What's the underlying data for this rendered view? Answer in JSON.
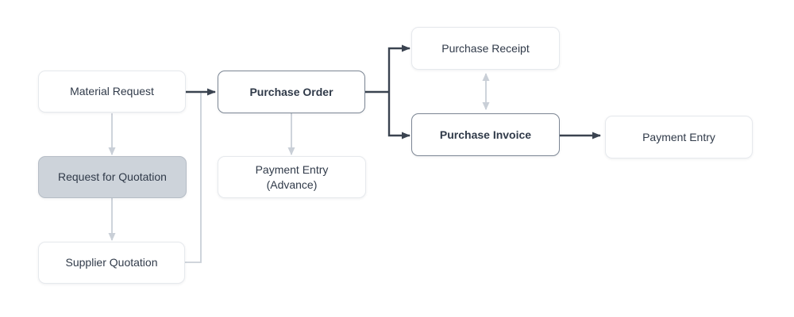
{
  "diagram": {
    "type": "flowchart",
    "subject": "purchase-cycle",
    "nodes": {
      "material_request": {
        "label": "Material Request",
        "emphasis": "normal",
        "state": "default"
      },
      "request_for_quotation": {
        "label": "Request for Quotation",
        "emphasis": "normal",
        "state": "highlighted"
      },
      "supplier_quotation": {
        "label": "Supplier Quotation",
        "emphasis": "normal",
        "state": "default"
      },
      "purchase_order": {
        "label": "Purchase Order",
        "emphasis": "bold",
        "state": "default"
      },
      "payment_entry_advance": {
        "label": "Payment Entry\n(Advance)",
        "emphasis": "normal",
        "state": "default"
      },
      "purchase_receipt": {
        "label": "Purchase Receipt",
        "emphasis": "normal",
        "state": "default"
      },
      "purchase_invoice": {
        "label": "Purchase Invoice",
        "emphasis": "bold",
        "state": "default"
      },
      "payment_entry": {
        "label": "Payment Entry",
        "emphasis": "normal",
        "state": "default"
      }
    },
    "edges": [
      {
        "from": "Material Request",
        "to": "Purchase Order",
        "style": "dark",
        "arrow": "forward"
      },
      {
        "from": "Material Request",
        "to": "Request for Quotation",
        "style": "light",
        "arrow": "forward"
      },
      {
        "from": "Request for Quotation",
        "to": "Supplier Quotation",
        "style": "light",
        "arrow": "forward"
      },
      {
        "from": "Supplier Quotation",
        "to": "Purchase Order",
        "style": "light",
        "arrow": "merge-into-material-request-arrow"
      },
      {
        "from": "Purchase Order",
        "to": "Purchase Receipt",
        "style": "dark",
        "arrow": "forward"
      },
      {
        "from": "Purchase Order",
        "to": "Purchase Invoice",
        "style": "dark",
        "arrow": "forward"
      },
      {
        "from": "Purchase Order",
        "to": "Payment Entry (Advance)",
        "style": "light",
        "arrow": "forward"
      },
      {
        "from": "Purchase Receipt",
        "to": "Purchase Invoice",
        "style": "light",
        "arrow": "both"
      },
      {
        "from": "Purchase Invoice",
        "to": "Payment Entry",
        "style": "dark",
        "arrow": "forward"
      }
    ],
    "colors": {
      "line-dark": "#3a4350",
      "line-light": "#c9cfd7",
      "node-fill": "#ffffff",
      "node-fill-highlight": "#cdd3da",
      "node-border": "#e6e9ed",
      "node-border-highlight": "#b6bdc6",
      "node-border-strong": "#7c8694",
      "text": "#303a49",
      "bg": "#ffffff"
    }
  }
}
